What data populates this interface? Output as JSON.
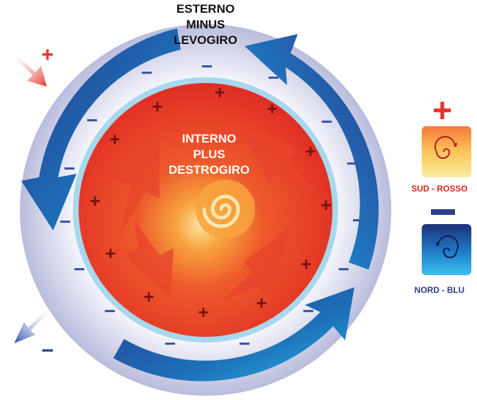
{
  "outer_label": {
    "line1": "ESTERNO",
    "line2": "MINUS",
    "line3": "LEVOGIRO"
  },
  "inner_label": {
    "line1": "INTERNO",
    "line2": "PLUS",
    "line3": "DESTROGIRO"
  },
  "legend": {
    "south": {
      "sign": "+",
      "caption": "SUD - ROSSO",
      "color": "#e8332a"
    },
    "north": {
      "sign": "−",
      "caption": "NORD - BLU",
      "color": "#2e3f8c"
    }
  },
  "charges": {
    "inner_sign": "+",
    "outer_sign": "−"
  },
  "colors": {
    "red_core": "#e8332a",
    "orange_center": "#f79a3a",
    "blue_flow": "#2a3c8e",
    "cyan_flow": "#1ea7e0",
    "halo": "#c7cbe6"
  }
}
